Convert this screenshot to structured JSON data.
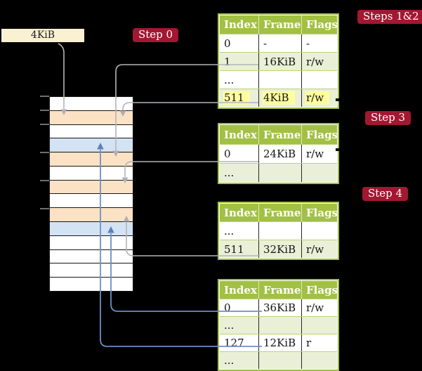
{
  "frame_size_label": "4KiB",
  "steps": {
    "step0": "Step 0",
    "steps12": "Steps 1&2",
    "step3": "Step 3",
    "step4": "Step 4"
  },
  "table_headers": [
    "Index",
    "Frame",
    "Flags"
  ],
  "page_tables": [
    {
      "name": "page-table-root",
      "rows": [
        {
          "index": "0",
          "frame": "-",
          "flags": "-",
          "shade": false,
          "highlight": false
        },
        {
          "index": "1",
          "frame": "16KiB",
          "flags": "r/w",
          "shade": true,
          "highlight": false
        },
        {
          "index": "...",
          "frame": "",
          "flags": "",
          "shade": false,
          "highlight": false
        },
        {
          "index": "511",
          "frame": "4KiB",
          "flags": "r/w",
          "shade": true,
          "highlight": true
        }
      ]
    },
    {
      "name": "page-table-step3",
      "rows": [
        {
          "index": "0",
          "frame": "24KiB",
          "flags": "r/w",
          "shade": false,
          "highlight": false
        },
        {
          "index": "...",
          "frame": "",
          "flags": "",
          "shade": true,
          "highlight": false
        }
      ]
    },
    {
      "name": "page-table-step4",
      "rows": [
        {
          "index": "...",
          "frame": "",
          "flags": "",
          "shade": false,
          "highlight": false
        },
        {
          "index": "511",
          "frame": "32KiB",
          "flags": "r/w",
          "shade": true,
          "highlight": false
        }
      ]
    },
    {
      "name": "page-table-leaf",
      "rows": [
        {
          "index": "0",
          "frame": "36KiB",
          "flags": "r/w",
          "shade": false,
          "highlight": false
        },
        {
          "index": "...",
          "frame": "",
          "flags": "",
          "shade": true,
          "highlight": false
        },
        {
          "index": "127",
          "frame": "12KiB",
          "flags": "r",
          "shade": false,
          "highlight": false
        },
        {
          "index": "...",
          "frame": "",
          "flags": "",
          "shade": true,
          "highlight": false
        }
      ]
    }
  ],
  "memory": {
    "rows": [
      {
        "color": "white"
      },
      {
        "color": "orange"
      },
      {
        "color": "white"
      },
      {
        "color": "blue"
      },
      {
        "color": "orange"
      },
      {
        "color": "white"
      },
      {
        "color": "orange"
      },
      {
        "color": "white"
      },
      {
        "color": "orange"
      },
      {
        "color": "blue"
      },
      {
        "color": "white"
      },
      {
        "color": "white"
      },
      {
        "color": "white"
      },
      {
        "color": "white"
      }
    ]
  },
  "colors": {
    "green_header": "#A2C043",
    "green_row": "#E9F0D7",
    "green_border_light": "#BCD275",
    "red_label": "#A31731",
    "cream": "#FAF0D2",
    "orange_row": "#FCE2C4",
    "blue_row": "#D4E3F4",
    "gray_line": "#B4B4B9",
    "gray_head": "#AEAEB4",
    "blue_line": "#6E8FC4",
    "blue_head": "#5C80BE",
    "yellow_hl": "#FFFF9E"
  }
}
